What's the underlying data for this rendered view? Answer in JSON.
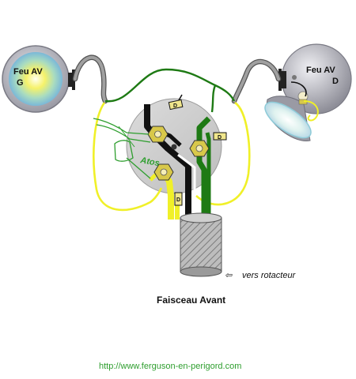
{
  "lamps": {
    "left": {
      "line1": "Feu AV",
      "line2": "G"
    },
    "right": {
      "line1": "Feu AV",
      "line2": "D"
    }
  },
  "diode_label": "D",
  "connector_label": "Atos",
  "rotator_arrow": "⇦",
  "rotator_label": "vers rotacteur",
  "title": "Faisceau Avant",
  "url": "http://www.ferguson-en-perigord.com",
  "colors": {
    "lamp_housing": "#a8a8b0",
    "lamp_glow": "#f4f060",
    "wire_grey": "#8a8a8a",
    "wire_black": "#111111",
    "wire_green": "#1e7a14",
    "wire_yellow": "#f0f028",
    "terminal": "#d8c84a",
    "plate": "#d0d0d0",
    "harness": "#b8b8b8",
    "url": "#2e9e2e"
  }
}
